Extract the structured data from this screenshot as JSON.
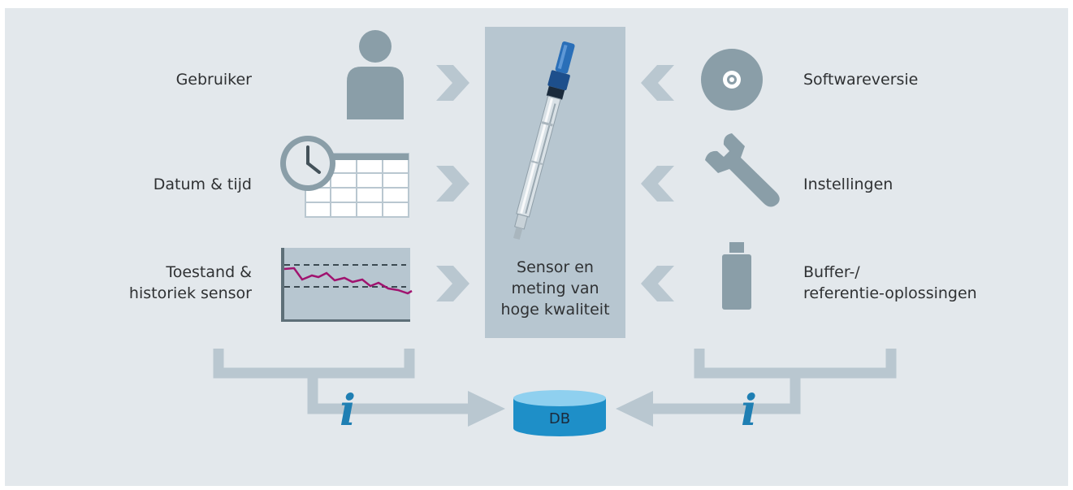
{
  "left_inputs": [
    {
      "label_lines": [
        "Gebruiker"
      ],
      "icon": "user-icon"
    },
    {
      "label_lines": [
        "Datum & tijd"
      ],
      "icon": "clock-calendar-icon"
    },
    {
      "label_lines": [
        "Toestand &",
        "historiek sensor"
      ],
      "icon": "trend-chart-icon"
    }
  ],
  "right_inputs": [
    {
      "label_lines": [
        "Softwareversie"
      ],
      "icon": "software-disc-icon"
    },
    {
      "label_lines": [
        "Instellingen"
      ],
      "icon": "wrench-icon"
    },
    {
      "label_lines": [
        "Buffer-/",
        "referentie-oplossingen"
      ],
      "icon": "bottle-icon"
    }
  ],
  "center": {
    "label_lines": [
      "Sensor en",
      "meting van",
      "hoge kwaliteit"
    ],
    "icon": "ph-sensor-probe-icon"
  },
  "database": {
    "label": "DB",
    "icon": "database-cylinder-icon"
  },
  "info_markers": [
    "i",
    "i"
  ],
  "colors": {
    "background": "#e3e8ec",
    "center_box": "#b7c6d0",
    "icon_gray": "#8a9ea8",
    "arrow": "#b9c7d0",
    "info_blue": "#1f7fb3",
    "db_blue": "#1e8fc8",
    "trend_line": "#a0136f"
  }
}
